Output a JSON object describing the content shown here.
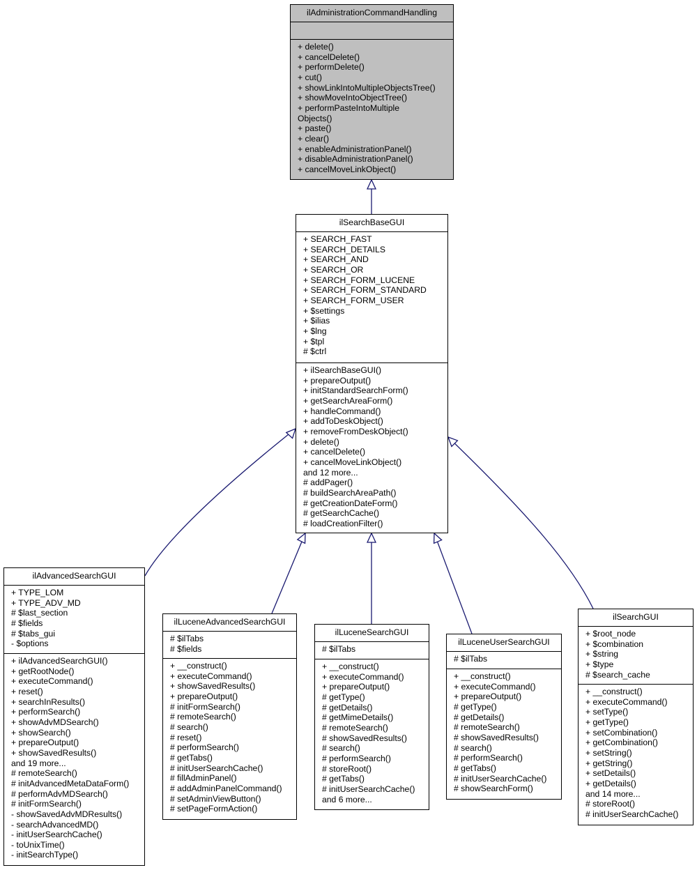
{
  "classes": [
    {
      "id": "il-administration-command-handling",
      "name": "ilAdministrationCommandHandling",
      "highlighted": true,
      "attributes": [],
      "methods": [
        "+ delete()",
        "+ cancelDelete()",
        "+ performDelete()",
        "+ cut()",
        "+ showLinkIntoMultipleObjectsTree()",
        "+ showMoveIntoObjectTree()",
        "+ performPasteIntoMultiple",
        "Objects()",
        "+ paste()",
        "+ clear()",
        "+ enableAdministrationPanel()",
        "+ disableAdministrationPanel()",
        "+ cancelMoveLinkObject()"
      ]
    },
    {
      "id": "il-search-base-gui",
      "name": "ilSearchBaseGUI",
      "highlighted": false,
      "attributes": [
        "+ SEARCH_FAST",
        "+ SEARCH_DETAILS",
        "+ SEARCH_AND",
        "+ SEARCH_OR",
        "+ SEARCH_FORM_LUCENE",
        "+ SEARCH_FORM_STANDARD",
        "+ SEARCH_FORM_USER",
        "+ $settings",
        "+ $ilias",
        "+ $lng",
        "+ $tpl",
        "# $ctrl"
      ],
      "methods": [
        "+ ilSearchBaseGUI()",
        "+ prepareOutput()",
        "+ initStandardSearchForm()",
        "+ getSearchAreaForm()",
        "+ handleCommand()",
        "+ addToDeskObject()",
        "+ removeFromDeskObject()",
        "+ delete()",
        "+ cancelDelete()",
        "+ cancelMoveLinkObject()",
        "and 12 more...",
        "# addPager()",
        "# buildSearchAreaPath()",
        "# getCreationDateForm()",
        "# getSearchCache()",
        "# loadCreationFilter()"
      ]
    },
    {
      "id": "il-advanced-search-gui",
      "name": "ilAdvancedSearchGUI",
      "highlighted": false,
      "attributes": [
        "+ TYPE_LOM",
        "+ TYPE_ADV_MD",
        "# $last_section",
        "# $fields",
        "# $tabs_gui",
        "- $options"
      ],
      "methods": [
        "+ ilAdvancedSearchGUI()",
        "+ getRootNode()",
        "+ executeCommand()",
        "+ reset()",
        "+ searchInResults()",
        "+ performSearch()",
        "+ showAdvMDSearch()",
        "+ showSearch()",
        "+ prepareOutput()",
        "+ showSavedResults()",
        "and 19 more...",
        "# remoteSearch()",
        "# initAdvancedMetaDataForm()",
        "# performAdvMDSearch()",
        "# initFormSearch()",
        "- showSavedAdvMDResults()",
        "- searchAdvancedMD()",
        "- initUserSearchCache()",
        "- toUnixTime()",
        "- initSearchType()"
      ]
    },
    {
      "id": "il-lucene-advanced-search-gui",
      "name": "ilLuceneAdvancedSearchGUI",
      "highlighted": false,
      "attributes": [
        "# $ilTabs",
        "# $fields"
      ],
      "methods": [
        "+ __construct()",
        "+ executeCommand()",
        "+ showSavedResults()",
        "+ prepareOutput()",
        "# initFormSearch()",
        "# remoteSearch()",
        "# search()",
        "# reset()",
        "# performSearch()",
        "# getTabs()",
        "# initUserSearchCache()",
        "# fillAdminPanel()",
        "# addAdminPanelCommand()",
        "# setAdminViewButton()",
        "# setPageFormAction()"
      ]
    },
    {
      "id": "il-lucene-search-gui",
      "name": "ilLuceneSearchGUI",
      "highlighted": false,
      "attributes": [
        "# $ilTabs"
      ],
      "methods": [
        "+ __construct()",
        "+ executeCommand()",
        "+ prepareOutput()",
        "# getType()",
        "# getDetails()",
        "# getMimeDetails()",
        "# remoteSearch()",
        "# showSavedResults()",
        "# search()",
        "# performSearch()",
        "# storeRoot()",
        "# getTabs()",
        "# initUserSearchCache()",
        "and 6 more..."
      ]
    },
    {
      "id": "il-lucene-user-search-gui",
      "name": "ilLuceneUserSearchGUI",
      "highlighted": false,
      "attributes": [
        "# $ilTabs"
      ],
      "methods": [
        "+ __construct()",
        "+ executeCommand()",
        "+ prepareOutput()",
        "# getType()",
        "# getDetails()",
        "# remoteSearch()",
        "# showSavedResults()",
        "# search()",
        "# performSearch()",
        "# getTabs()",
        "# initUserSearchCache()",
        "# showSearchForm()"
      ]
    },
    {
      "id": "il-search-gui",
      "name": "ilSearchGUI",
      "highlighted": false,
      "attributes": [
        "+ $root_node",
        "+ $combination",
        "+ $string",
        "+ $type",
        "# $search_cache"
      ],
      "methods": [
        "+ __construct()",
        "+ executeCommand()",
        "+ setType()",
        "+ getType()",
        "+ setCombination()",
        "+ getCombination()",
        "+ setString()",
        "+ getString()",
        "+ setDetails()",
        "+ getDetails()",
        "and 14 more...",
        "# storeRoot()",
        "# initUserSearchCache()"
      ]
    }
  ],
  "edges": [
    {
      "from": "il-search-base-gui",
      "to": "il-administration-command-handling",
      "kind": "inheritance"
    },
    {
      "from": "il-advanced-search-gui",
      "to": "il-search-base-gui",
      "kind": "inheritance"
    },
    {
      "from": "il-lucene-advanced-search-gui",
      "to": "il-search-base-gui",
      "kind": "inheritance"
    },
    {
      "from": "il-lucene-search-gui",
      "to": "il-search-base-gui",
      "kind": "inheritance"
    },
    {
      "from": "il-lucene-user-search-gui",
      "to": "il-search-base-gui",
      "kind": "inheritance"
    },
    {
      "from": "il-search-gui",
      "to": "il-search-base-gui",
      "kind": "inheritance"
    }
  ],
  "colors": {
    "edge": "#191970",
    "highlight_fill": "#bfbfbf",
    "box_fill": "#ffffff",
    "border": "#000000"
  }
}
